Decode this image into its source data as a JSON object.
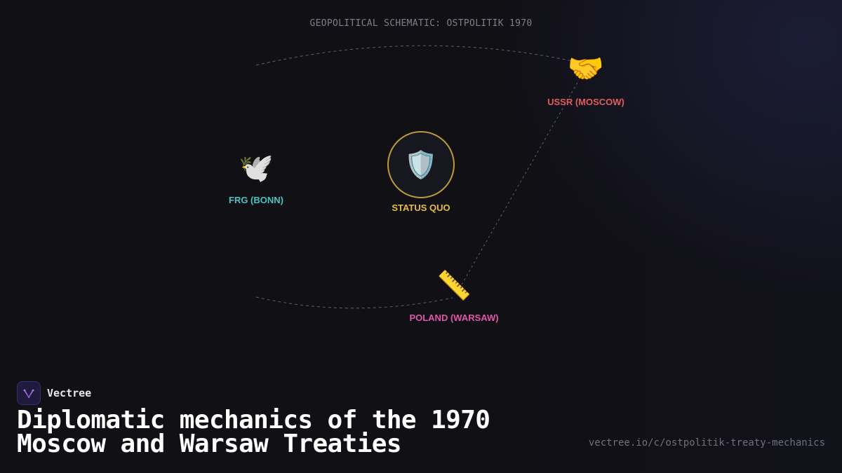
{
  "diagram": {
    "title": "GEOPOLITICAL SCHEMATIC: OSTPOLITIK 1970",
    "nodes": {
      "ussr": {
        "label": "USSR (MOSCOW)",
        "icon": "handshake-icon",
        "glyph": "🤝",
        "color": "#e15c5c"
      },
      "frg": {
        "label": "FRG (BONN)",
        "icon": "dove-icon",
        "glyph": "🕊️",
        "color": "#4bc3c0"
      },
      "center": {
        "label": "STATUS QUO",
        "icon": "shield-icon",
        "glyph": "🛡️",
        "color": "#e7bd3f",
        "ring_color": "#b99a3c"
      },
      "poland": {
        "label": "POLAND (WARSAW)",
        "icon": "ruler-icon",
        "glyph": "📏",
        "color": "#e056a8"
      }
    },
    "link_color": "#5d5f6a"
  },
  "branding": {
    "name": "Vectree",
    "icon": "vectree-logo-icon",
    "accent": "#8f5bd8"
  },
  "headline": {
    "line1": "Diplomatic mechanics of the 1970",
    "line2": "Moscow and Warsaw Treaties"
  },
  "footer": {
    "url": "vectree.io/c/ostpolitik-treaty-mechanics"
  }
}
